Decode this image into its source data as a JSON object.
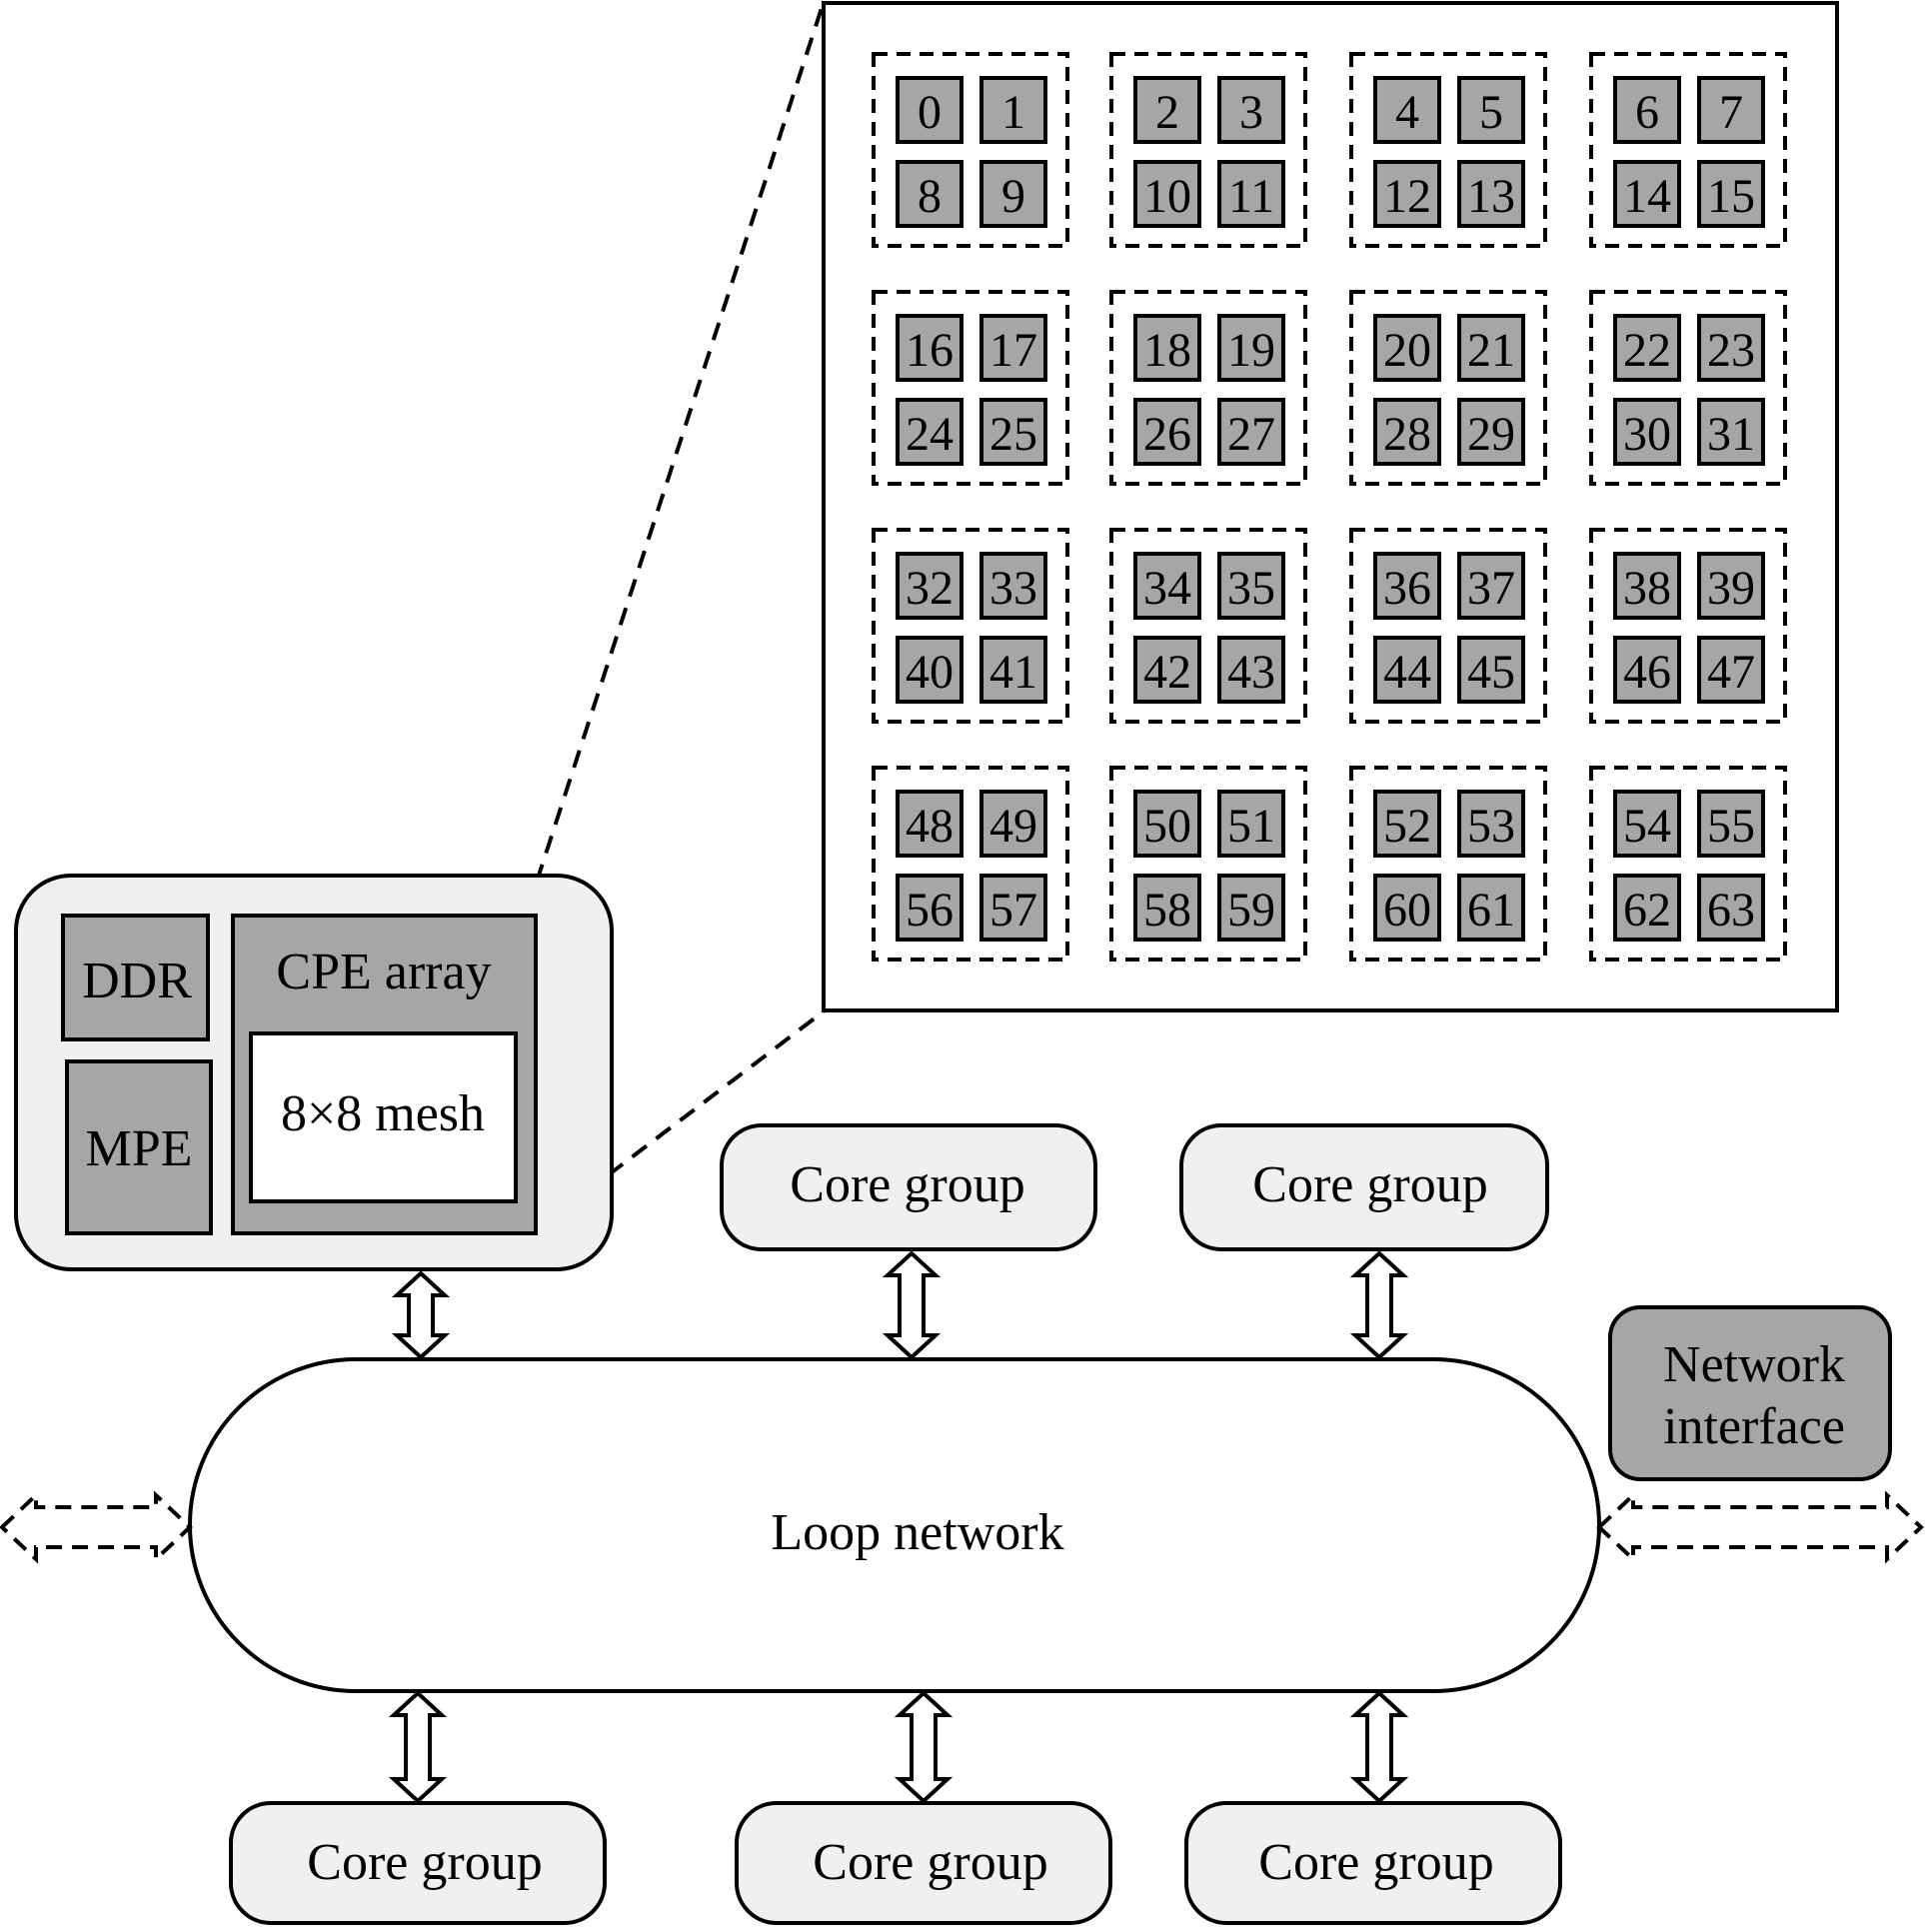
{
  "core_group_main": {
    "ddr_label": "DDR",
    "mpe_label": "MPE",
    "cpe_array_label": "CPE array",
    "mesh_label": "8×8 mesh"
  },
  "core_groups": [
    {
      "label": "Core group"
    },
    {
      "label": "Core group"
    },
    {
      "label": "Core group"
    },
    {
      "label": "Core group"
    },
    {
      "label": "Core group"
    }
  ],
  "loop_network": {
    "label": "Loop network"
  },
  "network_interface": {
    "line1": "Network",
    "line2": "interface"
  },
  "cpe_mesh": {
    "cells": [
      "0",
      "1",
      "2",
      "3",
      "4",
      "5",
      "6",
      "7",
      "8",
      "9",
      "10",
      "11",
      "12",
      "13",
      "14",
      "15",
      "16",
      "17",
      "18",
      "19",
      "20",
      "21",
      "22",
      "23",
      "24",
      "25",
      "26",
      "27",
      "28",
      "29",
      "30",
      "31",
      "32",
      "33",
      "34",
      "35",
      "36",
      "37",
      "38",
      "39",
      "40",
      "41",
      "42",
      "43",
      "44",
      "45",
      "46",
      "47",
      "48",
      "49",
      "50",
      "51",
      "52",
      "53",
      "54",
      "55",
      "56",
      "57",
      "58",
      "59",
      "60",
      "61",
      "62",
      "63"
    ]
  },
  "colors": {
    "panel_fill": "#f0f0f0",
    "cell_fill": "#a6a6a6",
    "nic_fill": "#a6a6a6",
    "stroke": "#000000"
  }
}
